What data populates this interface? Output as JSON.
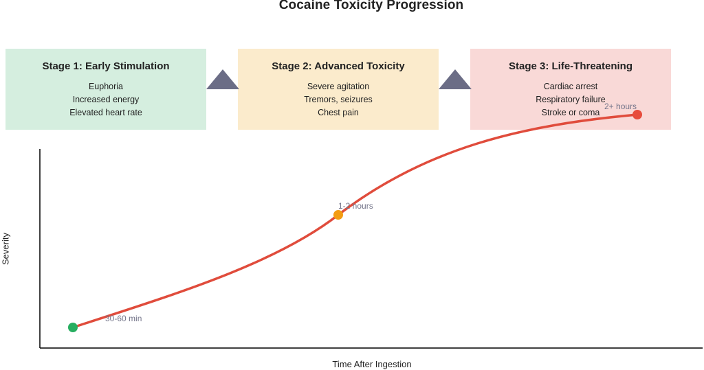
{
  "title": "Cocaine Toxicity Progression",
  "stages": [
    {
      "title": "Stage 1: Early Stimulation",
      "items": [
        "Euphoria",
        "Increased energy",
        "Elevated heart rate"
      ],
      "bg": "#d5eedf"
    },
    {
      "title": "Stage 2: Advanced Toxicity",
      "items": [
        "Severe agitation",
        "Tremors, seizures",
        "Chest pain"
      ],
      "bg": "#fbebcc"
    },
    {
      "title": "Stage 3: Life-Threatening",
      "items": [
        "Cardiac arrest",
        "Respiratory failure",
        "Stroke or coma"
      ],
      "bg": "#f9d9d7"
    }
  ],
  "arrow_color": "#6b6d86",
  "axes": {
    "x_label": "Time After Ingestion",
    "y_label": "Severity"
  },
  "curve": {
    "color": "#e04c3c",
    "points": [
      {
        "label": "30-60 min",
        "color": "#27ae60"
      },
      {
        "label": "1-2 hours",
        "color": "#f39c12"
      },
      {
        "label": "2+ hours",
        "color": "#e74c3c"
      }
    ]
  }
}
